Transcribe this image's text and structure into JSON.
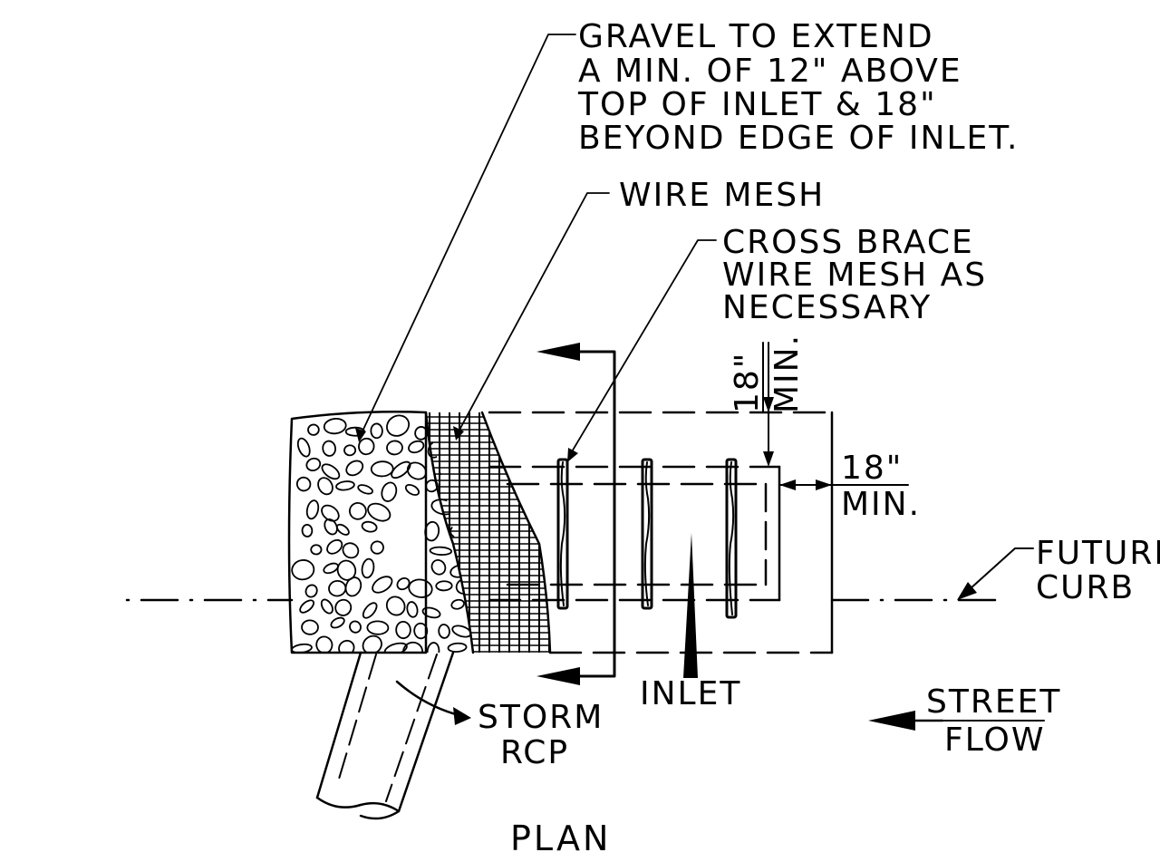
{
  "title": "PLAN",
  "annotations": {
    "gravel": [
      "GRAVEL TO EXTEND",
      "A MIN. OF 12\" ABOVE",
      "TOP OF INLET & 18\"",
      "BEYOND EDGE OF INLET."
    ],
    "wire_mesh": "WIRE MESH",
    "cross_brace": [
      "CROSS BRACE",
      "WIRE MESH AS",
      "NECESSARY"
    ],
    "dim_top": [
      "18\"",
      "MIN."
    ],
    "dim_right": [
      "18\"",
      "MIN."
    ],
    "future_curb": [
      "FUTURE",
      "CURB"
    ],
    "inlet": "INLET",
    "storm_rcp": [
      "STORM",
      "RCP"
    ],
    "street_flow": [
      "STREET",
      "FLOW"
    ]
  },
  "colors": {
    "ink": "#000000",
    "paper": "#ffffff"
  }
}
